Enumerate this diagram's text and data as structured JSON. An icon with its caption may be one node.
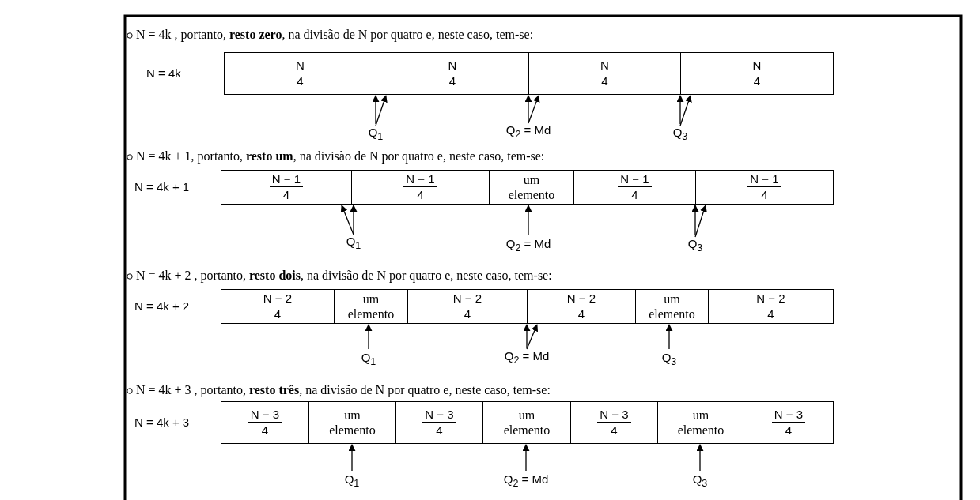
{
  "diagram": {
    "nodes": [
      {
        "text": [
          "N",
          "4"
        ]
      },
      {
        "text": [
          "N",
          "4"
        ]
      },
      {
        "text": [
          "N",
          "4"
        ]
      },
      {
        "text": [
          "N",
          "4"
        ]
      },
      {
        "text": [
          "Q$_{1}$"
        ]
      },
      {
        "text": [
          "Q$_{2}$ = Md"
        ]
      },
      {
        "text": [
          "Q$_{3}$"
        ]
      },
      {
        "text": [
          "N − 1",
          "4"
        ]
      },
      {
        "text": [
          "N − 1",
          "4"
        ]
      },
      {
        "text": [
          "um elemento"
        ]
      },
      {
        "text": [
          "N − 1",
          "4"
        ]
      },
      {
        "text": [
          "N − 1",
          "4"
        ]
      },
      {
        "text": [
          "Q$_{1}$"
        ]
      },
      {
        "text": [
          "Q$_{2}$ = Md"
        ]
      },
      {
        "text": [
          "Q$_{3}$"
        ]
      },
      {
        "text": [
          "N − 2",
          "4"
        ]
      },
      {
        "text": [
          "um elemento"
        ]
      },
      {
        "text": [
          "N − 2",
          "4"
        ]
      },
      {
        "text": [
          "N − 2",
          "4"
        ]
      },
      {
        "text": [
          "um elemento"
        ]
      },
      {
        "text": [
          "N − 2",
          "4"
        ]
      },
      {
        "text": [
          "Q$_{1}$"
        ]
      },
      {
        "text": [
          "Q$_{2}$ = Md"
        ]
      },
      {
        "text": [
          "Q$_{3}$"
        ]
      },
      {
        "text": [
          "N − 3",
          "4"
        ]
      },
      {
        "text": [
          "um elemento"
        ]
      },
      {
        "text": [
          "N − 3",
          "4"
        ]
      },
      {
        "text": [
          "um elemento"
        ]
      },
      {
        "text": [
          "N − 3",
          "4"
        ]
      },
      {
        "text": [
          "um elemento"
        ]
      },
      {
        "text": [
          "N − 3",
          "4"
        ]
      },
      {
        "text": [
          "Q$_{1}$"
        ]
      },
      {
        "text": [
          "Q$_{2}$ = Md"
        ]
      },
      {
        "text": [
          "Q$_{3}$"
        ]
      }
    ],
    "edges": [
      {
        "from": 4,
        "to": 0,
        "arrow": "to"
      },
      {
        "from": 4,
        "to": 1,
        "arrow": "to"
      },
      {
        "from": 5,
        "to": 1,
        "arrow": "to"
      },
      {
        "from": 5,
        "to": 2,
        "arrow": "to"
      },
      {
        "from": 6,
        "to": 2,
        "arrow": "to"
      },
      {
        "from": 6,
        "to": 3,
        "arrow": "to"
      },
      {
        "from": 12,
        "to": 7,
        "arrow": "to"
      },
      {
        "from": 12,
        "to": 8,
        "arrow": "to"
      },
      {
        "from": 13,
        "to": 9,
        "arrow": "to"
      },
      {
        "from": 14,
        "to": 10,
        "arrow": "to"
      },
      {
        "from": 14,
        "to": 11,
        "arrow": "to"
      },
      {
        "from": 21,
        "to": 16,
        "arrow": "to"
      },
      {
        "from": 22,
        "to": 17,
        "arrow": "to"
      },
      {
        "from": 22,
        "to": 18,
        "arrow": "to"
      },
      {
        "from": 23,
        "to": 19,
        "arrow": "to"
      },
      {
        "from": 31,
        "to": 25,
        "arrow": "to"
      },
      {
        "from": 32,
        "to": 27,
        "arrow": "to"
      },
      {
        "from": 33,
        "to": 29,
        "arrow": "to"
      }
    ],
    "labels": [
      "N = 4k , portanto, **resto zero**, na divisão de N por quatro e, neste caso, tem-se:",
      "N = 4k",
      "N = 4k + 1, portanto, **resto um**, na divisão de N por quatro e, neste caso, tem-se:",
      "N = 4k + 1",
      "N = 4k + 2 , portanto, **resto dois**, na divisão de N por quatro e, neste caso, tem-se:",
      "N = 4k + 2",
      "N = 4k + 3 , portanto, **resto três**, na divisão de N por quatro e, neste caso, tem-se:",
      "N = 4k + 3"
    ]
  }
}
